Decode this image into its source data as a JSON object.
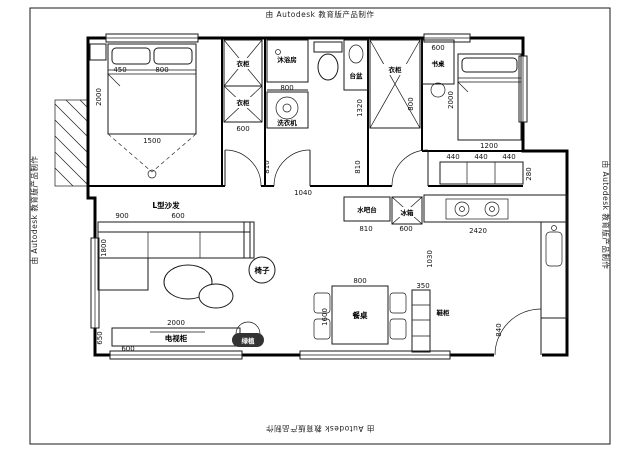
{
  "watermark": "由 Autodesk 教育版产品制作",
  "rooms": {
    "wardrobe_a": "衣柜",
    "wardrobe_b": "衣柜",
    "wardrobe_c": "衣柜",
    "shower": "沐浴房",
    "basin": "台盆",
    "washer": "洗衣机",
    "desk": "书桌",
    "sofa": "L型沙发",
    "water_bar": "水吧台",
    "fridge": "冰箱",
    "chair": "椅子",
    "dining_table": "餐桌",
    "shoe_cabinet": "鞋柜",
    "tv_cabinet": "电视柜",
    "plant": "绿植"
  },
  "dims": {
    "d450": "450",
    "d800_win": "800",
    "d2000_bed1": "2000",
    "d1500": "1500",
    "d600_wardrobe": "600",
    "d800_shower": "800",
    "d1320": "1320",
    "d600_desk": "600",
    "d800_wardrobe3": "800",
    "d2000_bed2": "2000",
    "d1200": "1200",
    "d440a": "440",
    "d440b": "440",
    "d440c": "440",
    "d280": "280",
    "d810_hall_left": "810",
    "d1040": "1040",
    "d810_hall_right": "810",
    "d900": "900",
    "d600_sofa": "600",
    "d1800": "1800",
    "d810_bar": "810",
    "d600_fridge": "600",
    "d2420": "2420",
    "d1030": "1030",
    "d800_dining": "800",
    "d1600": "1600",
    "d350": "350",
    "d840": "840",
    "d2000_tv": "2000",
    "d650": "650",
    "d600_tv": "600"
  }
}
